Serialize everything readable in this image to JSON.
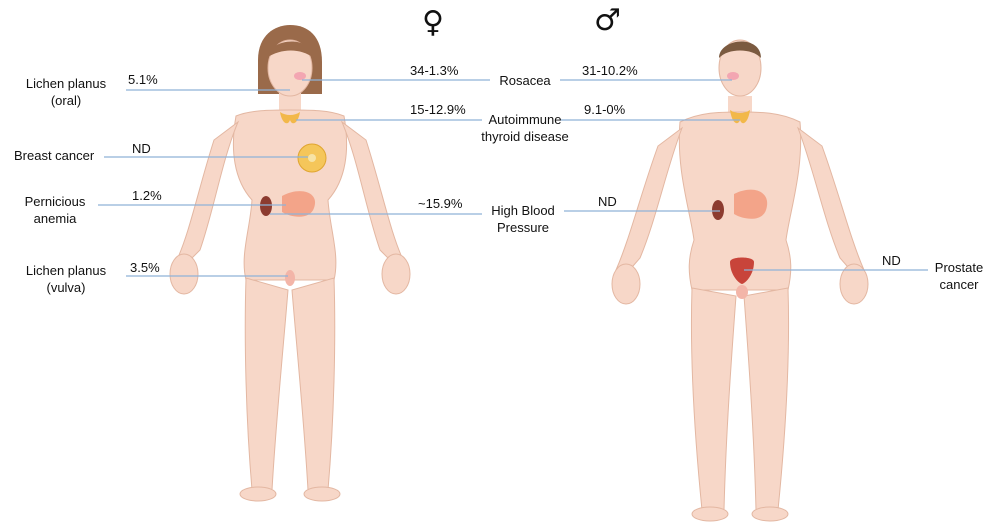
{
  "symbols": {
    "female": "♀",
    "male": "♂"
  },
  "left_labels": {
    "lichen_oral": [
      "Lichen planus",
      "(oral)"
    ],
    "breast_cancer": "Breast cancer",
    "pernicious": [
      "Pernicious",
      "anemia"
    ],
    "lichen_vulva": [
      "Lichen planus",
      "(vulva)"
    ]
  },
  "center_labels": {
    "rosacea": "Rosacea",
    "thyroid": [
      "Autoimmune",
      "thyroid disease"
    ],
    "blood_pressure": [
      "High Blood",
      "Pressure"
    ]
  },
  "right_labels": {
    "prostate": [
      "Prostate",
      "cancer"
    ]
  },
  "female_values": {
    "lichen_oral": "5.1%",
    "rosacea": "34-1.3%",
    "thyroid": "15-12.9%",
    "breast_cancer": "ND",
    "pernicious": "1.2%",
    "blood_pressure": "~15.9%",
    "lichen_vulva": "3.5%"
  },
  "male_values": {
    "rosacea": "31-10.2%",
    "thyroid": "9.1-0%",
    "blood_pressure": "ND",
    "prostate": "ND"
  },
  "colors": {
    "skin": "#f7d7c8",
    "skin_outline": "#e3b7a2",
    "hair_female": "#9a6a4a",
    "hair_male": "#7b5a40",
    "line": "#8fb2d8",
    "thyroid": "#f2b84a",
    "stomach": "#f3a489",
    "kidney": "#8c3b2f",
    "breast": "#f5c65a",
    "prostate": "#c8443a",
    "rosacea": "#f3a6b2"
  }
}
